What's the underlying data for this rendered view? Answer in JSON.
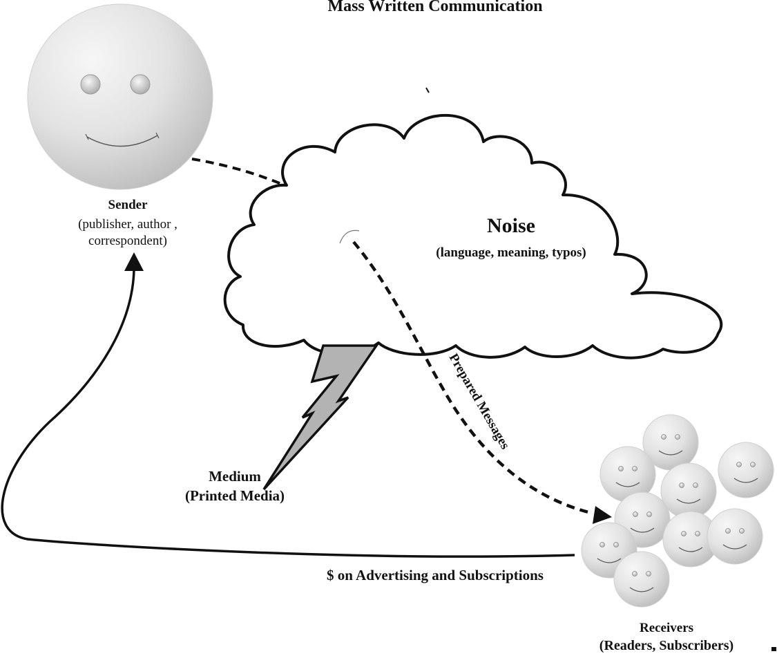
{
  "title": "Mass Written Communication",
  "sender": {
    "name": "Sender",
    "description": "(publisher, author , correspondent)"
  },
  "noise": {
    "name": "Noise",
    "description": "(language, meaning, typos)"
  },
  "medium": {
    "name": "Medium",
    "description": "(Printed Media)"
  },
  "message_label": "Prepared Messages",
  "feedback_label": "$ on Advertising and Subscriptions",
  "receivers": {
    "name": "Receivers",
    "description": "(Readers, Subscribers)"
  },
  "colors": {
    "ink": "#111111",
    "face_light": "#f4f4f4",
    "face_dark": "#c2c2c2",
    "lightning": "#b3b3b3"
  },
  "icons": [
    "sender-face-icon",
    "noise-cloud-icon",
    "lightning-bolt-icon",
    "receiver-face-icon"
  ]
}
